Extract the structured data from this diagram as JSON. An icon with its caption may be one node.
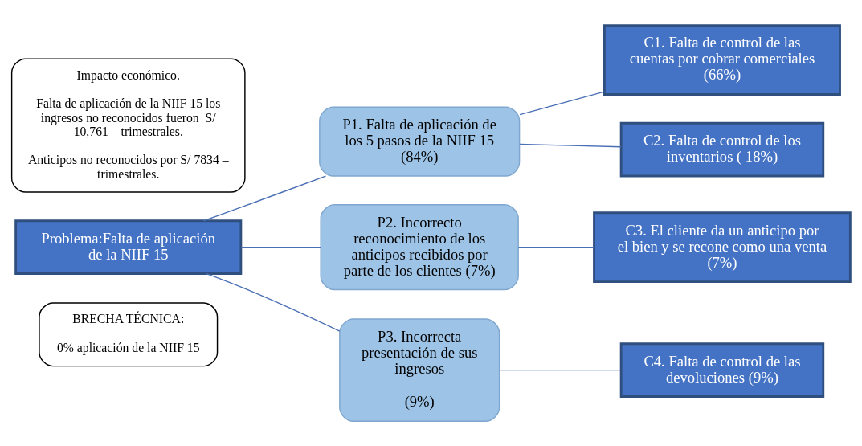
{
  "diagram": {
    "nodes": [
      {
        "text": [
          "BRECHA TÉCNICA:",
          "0% aplicación de la NIIF 15"
        ]
      },
      {
        "text": [
          "Problema:Falta de aplicación de la NIIF 15"
        ]
      },
      {
        "text": [
          "Impacto económico.",
          "Falta de aplicación de la NIIF 15 los ingresos no reconocidos fueron  S/ 10,761 – trimestrales.",
          "Anticipos no reconocidos por S/ 7834 – trimestrales."
        ]
      },
      {
        "text": [
          "P1. Falta de aplicación de los 5 pasos de la NIIF 15 (84%)"
        ]
      },
      {
        "text": [
          "P2. Incorrecto reconocimiento de los anticipos recibidos por parte de los clientes (7%)"
        ]
      },
      {
        "text": [
          "P3. Incorrecta presentación de sus ingresos",
          "(9%)"
        ]
      },
      {
        "text": [
          "C1. Falta de control de las cuentas por cobrar comerciales (66%)"
        ]
      },
      {
        "text": [
          "C2. Falta de control de los inventarios ( 18%)"
        ]
      },
      {
        "text": [
          "C3. El cliente da un anticipo por el bien y se recone como una venta (7%)"
        ]
      },
      {
        "text": [
          "C4. Falta de control de las devoluciones (9%)"
        ]
      }
    ],
    "edges": [
      {
        "from": 1,
        "to": 3,
        "arrow": "none"
      },
      {
        "from": 1,
        "to": 4,
        "arrow": "none"
      },
      {
        "from": 1,
        "to": 5,
        "arrow": "none"
      },
      {
        "from": 3,
        "to": 6,
        "arrow": "none"
      },
      {
        "from": 3,
        "to": 7,
        "arrow": "none"
      },
      {
        "from": 4,
        "to": 8,
        "arrow": "none"
      },
      {
        "from": 5,
        "to": 9,
        "arrow": "none"
      }
    ]
  }
}
